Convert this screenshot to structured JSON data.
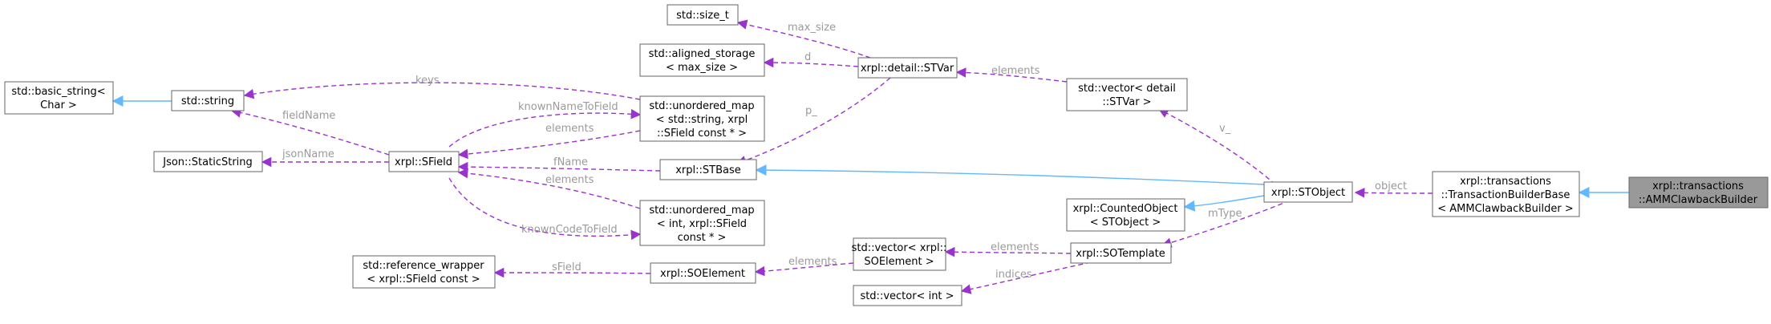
{
  "colors": {
    "inherit_edge": "#63b8ff",
    "usage_edge": "#9a32cd",
    "edge_label": "#9a9a9a",
    "node_border": "#666666",
    "highlight_fill": "#999999"
  },
  "nodes": {
    "size_t": [
      "std::size_t"
    ],
    "aligned_storage": [
      "std::aligned_storage",
      "< max_size >"
    ],
    "stvar": [
      "xrpl::detail::STVar"
    ],
    "vector_stvar": [
      "std::vector< detail",
      "::STVar >"
    ],
    "basic_string": [
      "std::basic_string<",
      "Char >"
    ],
    "string": [
      "std::string"
    ],
    "umap_string": [
      "std::unordered_map",
      "< std::string, xrpl",
      "::SField const * >"
    ],
    "static_string": [
      "Json::StaticString"
    ],
    "sfield": [
      "xrpl::SField"
    ],
    "stbase": [
      "xrpl::STBase"
    ],
    "stobject": [
      "xrpl::STObject"
    ],
    "builder_base": [
      "xrpl::transactions",
      "::TransactionBuilderBase",
      "< AMMClawbackBuilder >"
    ],
    "amm_builder": [
      "xrpl::transactions",
      "::AMMClawbackBuilder"
    ],
    "counted_object": [
      "xrpl::CountedObject",
      "< STObject >"
    ],
    "umap_int": [
      "std::unordered_map",
      "< int, xrpl::SField",
      "const * >"
    ],
    "ref_wrapper": [
      "std::reference_wrapper",
      "< xrpl::SField const >"
    ],
    "soelement": [
      "xrpl::SOElement"
    ],
    "vector_soelement": [
      "std::vector< xrpl::",
      "SOElement >"
    ],
    "sotemplate": [
      "xrpl::SOTemplate"
    ],
    "vector_int": [
      "std::vector< int >"
    ]
  },
  "edge_labels": {
    "max_size": "max_size",
    "d": "d",
    "keys": "keys",
    "known_name_to_field": "knownNameToField",
    "elements_umap_string": "elements",
    "elements_vector_stvar": "elements",
    "field_name": "fieldName",
    "p": "p_",
    "json_name": "jsonName",
    "f_name": "fName",
    "v": "v_",
    "object": "object",
    "elements_umap_int": "elements",
    "known_code_to_field": "knownCodeToField",
    "m_type": "mType",
    "elements_vector_soelement": "elements",
    "s_field": "sField",
    "indices": "indices"
  }
}
